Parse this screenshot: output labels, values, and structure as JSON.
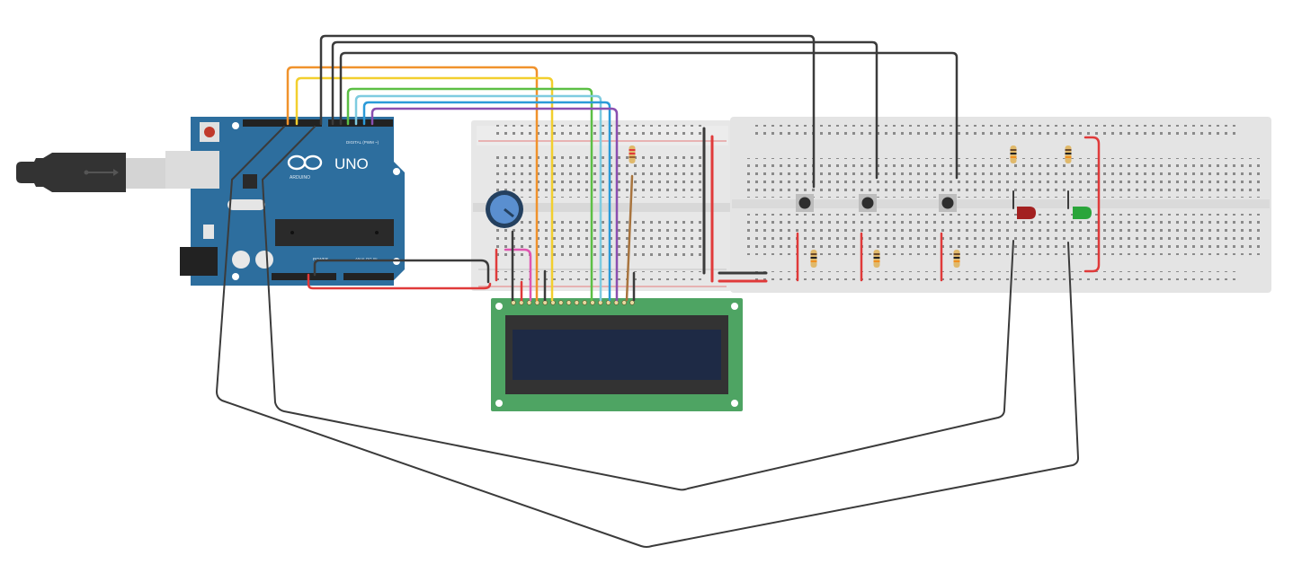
{
  "diagram": {
    "type": "circuit-breadboard",
    "components": {
      "arduino": {
        "name": "Arduino Uno",
        "logo_text": "UNO",
        "brand_text": "ARDUINO",
        "header_digital_label": "DIGITAL (PWM ~)",
        "header_power_label": "POWER",
        "header_analog_label": "ANALOG IN",
        "board_color": "#2d6e9e"
      },
      "usb_cable": {
        "name": "USB cable",
        "icon": "usb-icon"
      },
      "lcd": {
        "name": "LCD 16x2",
        "pcb_color": "#4ea463",
        "bezel_color": "#333333",
        "screen_color": "#1e2a45",
        "pin_count": 16
      },
      "potentiometer": {
        "name": "Potentiometer",
        "color": "#5a8fd0"
      },
      "breadboard_small": {
        "name": "Breadboard (small)"
      },
      "breadboard_large": {
        "name": "Breadboard (large)"
      },
      "pushbuttons": [
        {
          "name": "Pushbutton 1"
        },
        {
          "name": "Pushbutton 2"
        },
        {
          "name": "Pushbutton 3"
        }
      ],
      "leds": [
        {
          "name": "Red LED",
          "color": "#a32020"
        },
        {
          "name": "Green LED",
          "color": "#2aa53a"
        }
      ],
      "resistors": [
        {
          "name": "LCD backlight resistor"
        },
        {
          "name": "Button 1 pull-down resistor"
        },
        {
          "name": "Button 2 pull-down resistor"
        },
        {
          "name": "Button 3 pull-down resistor"
        },
        {
          "name": "Red LED resistor"
        },
        {
          "name": "Green LED resistor"
        }
      ]
    },
    "wire_colors": {
      "orange": "#f0922c",
      "yellow": "#f2cf2e",
      "green": "#5cbf45",
      "light_blue": "#7ecbe0",
      "blue": "#2b9ad8",
      "purple": "#8a4fb0",
      "black": "#3b3b3b",
      "red": "#e03a3a",
      "pink": "#e055b0",
      "brown": "#a8743e"
    }
  }
}
